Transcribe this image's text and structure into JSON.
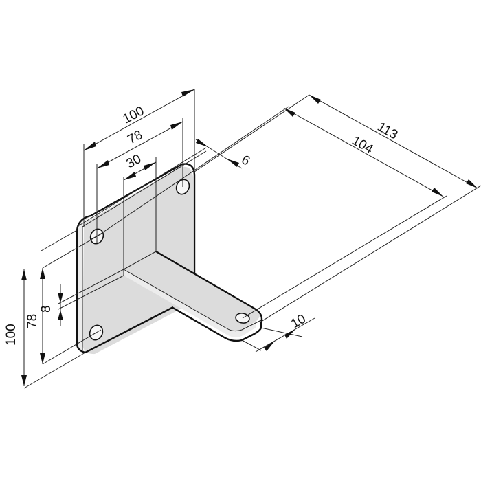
{
  "drawing": {
    "title": "Wall bracket - isometric dimensioned drawing",
    "colors": {
      "face": "#dcdcdc",
      "edge": "#ececec",
      "line": "#111111",
      "background": "#ffffff"
    },
    "dimensions": {
      "plate_width": "100",
      "hole_spacing_horizontal": "78",
      "arm_width": "30",
      "plate_thickness": "6",
      "arm_length_total": "113",
      "arm_hole_distance": "104",
      "arm_end_offset": "10",
      "plate_height": "100",
      "hole_spacing_vertical": "78",
      "arm_thickness": "8"
    }
  }
}
